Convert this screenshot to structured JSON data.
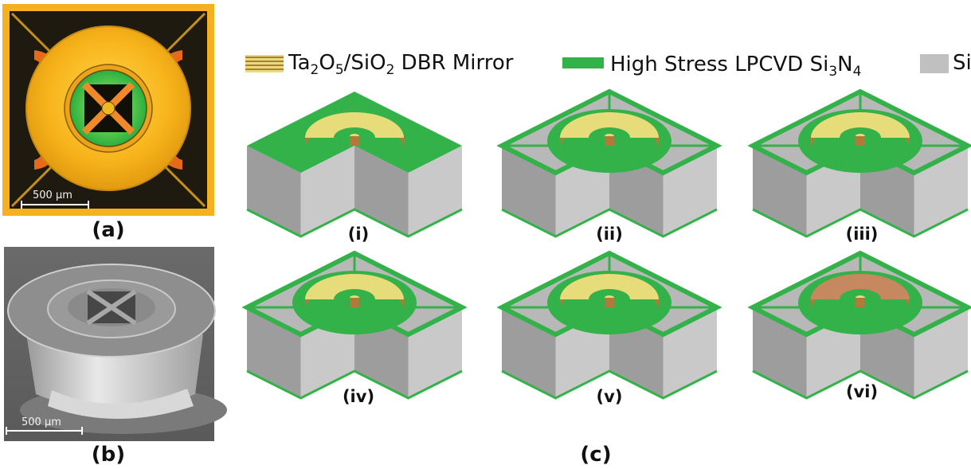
{
  "panels": {
    "a": {
      "label": "(a)",
      "scale_bar": "500 µm"
    },
    "b": {
      "label": "(b)",
      "scale_bar": "500 µm"
    },
    "c": {
      "label": "(c)"
    }
  },
  "legend": [
    {
      "text_parts": [
        "Ta",
        "2",
        "O",
        "5",
        "/SiO",
        "2",
        " DBR Mirror"
      ],
      "color": "#e0b84a"
    },
    {
      "text_parts": [
        "High Stress LPCVD Si",
        "3",
        "N",
        "4"
      ],
      "color": "#33b24a"
    },
    {
      "text_parts": [
        "Si"
      ],
      "color": "#c0c0c0"
    }
  ],
  "steps": [
    {
      "label": "(i)"
    },
    {
      "label": "(ii)"
    },
    {
      "label": "(iii)"
    },
    {
      "label": "(iv)"
    },
    {
      "label": "(v)"
    },
    {
      "label": "(vi)"
    }
  ],
  "colors": {
    "nitride": "#33b24a",
    "silicon_top": "#b8b8b8",
    "silicon_side": "#c9c9c9",
    "silicon_side_dark": "#9d9d9d",
    "mirror": "#e6dc7a",
    "mirror_stripe": "#b07a3a",
    "mirror_cu": "#c58860"
  }
}
